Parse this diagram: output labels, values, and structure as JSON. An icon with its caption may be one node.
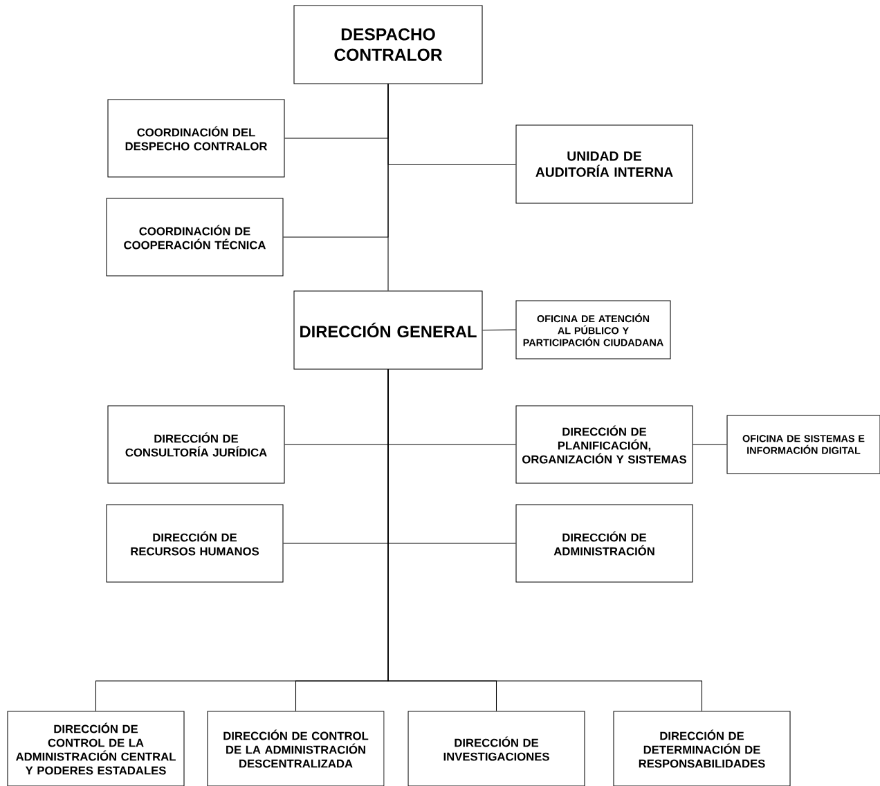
{
  "diagram": {
    "nodes": [
      {
        "text": [
          "DESPACHO CONTRALOR"
        ]
      },
      {
        "text": [
          "COORDINACIÓN DEL DESPECHO CONTRALOR"
        ]
      },
      {
        "text": [
          "UNIDAD DE AUDITORÍA INTERNA"
        ]
      },
      {
        "text": [
          "COORDINACIÓN DE COOPERACIÓN TÉCNICA"
        ]
      },
      {
        "text": [
          "DIRECCIÓN GENERAL"
        ]
      },
      {
        "text": [
          "OFICINA DE ATENCIÓN AL PÚBLICO Y PARTICIPACIÓN CIUDADANA"
        ]
      },
      {
        "text": [
          "DIRECCIÓN DE CONSULTORÍA JURÍDICA"
        ]
      },
      {
        "text": [
          "DIRECCIÓN DE PLANIFICACIÓN, ORGANIZACIÓN Y SISTEMAS"
        ]
      },
      {
        "text": [
          "OFICINA DE SISTEMAS E INFORMACIÓN DIGITAL"
        ]
      },
      {
        "text": [
          "DIRECCIÓN DE RECURSOS HUMANOS"
        ]
      },
      {
        "text": [
          "DIRECCIÓN DE ADMINISTRACIÓN"
        ]
      },
      {
        "text": [
          "DIRECCIÓN DE CONTROL DE LA ADMINISTRACIÓN CENTRAL Y PODERES ESTADALES"
        ]
      },
      {
        "text": [
          "DIRECCIÓN DE CONTROL DE LA ADMINISTRACIÓN DESCENTRALIZADA"
        ]
      },
      {
        "text": [
          "DIRECCIÓN DE INVESTIGACIONES"
        ]
      },
      {
        "text": [
          "DIRECCIÓN DE DETERMINACIÓN DE RESPONSABILIDADES"
        ]
      }
    ],
    "edges": [
      {
        "from": 0,
        "to": 1,
        "arrow": "none"
      },
      {
        "from": 0,
        "to": 2,
        "arrow": "none"
      },
      {
        "from": 0,
        "to": 3,
        "arrow": "none"
      },
      {
        "from": 0,
        "to": 4,
        "arrow": "none"
      },
      {
        "from": 4,
        "to": 5,
        "arrow": "none"
      },
      {
        "from": 4,
        "to": 6,
        "arrow": "none"
      },
      {
        "from": 4,
        "to": 7,
        "arrow": "none"
      },
      {
        "from": 7,
        "to": 8,
        "arrow": "none"
      },
      {
        "from": 4,
        "to": 9,
        "arrow": "none"
      },
      {
        "from": 4,
        "to": 10,
        "arrow": "none"
      },
      {
        "from": 4,
        "to": 11,
        "arrow": "none"
      },
      {
        "from": 4,
        "to": 12,
        "arrow": "none"
      },
      {
        "from": 4,
        "to": 13,
        "arrow": "none"
      },
      {
        "from": 4,
        "to": 14,
        "arrow": "none"
      }
    ]
  }
}
